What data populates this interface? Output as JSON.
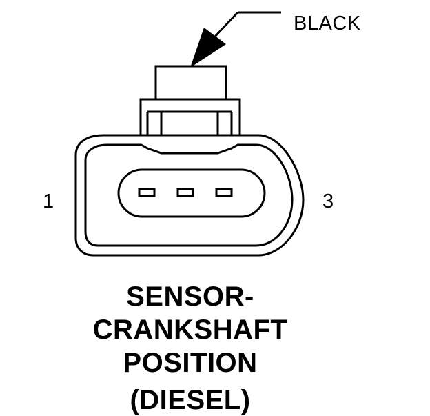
{
  "diagram": {
    "callout_label": "BLACK",
    "pins": {
      "left": "1",
      "right": "3"
    },
    "title_lines": [
      "SENSOR-",
      "CRANKSHAFT",
      "POSITION",
      "(DIESEL)"
    ],
    "colors": {
      "line": "#000000",
      "background": "#ffffff"
    }
  }
}
